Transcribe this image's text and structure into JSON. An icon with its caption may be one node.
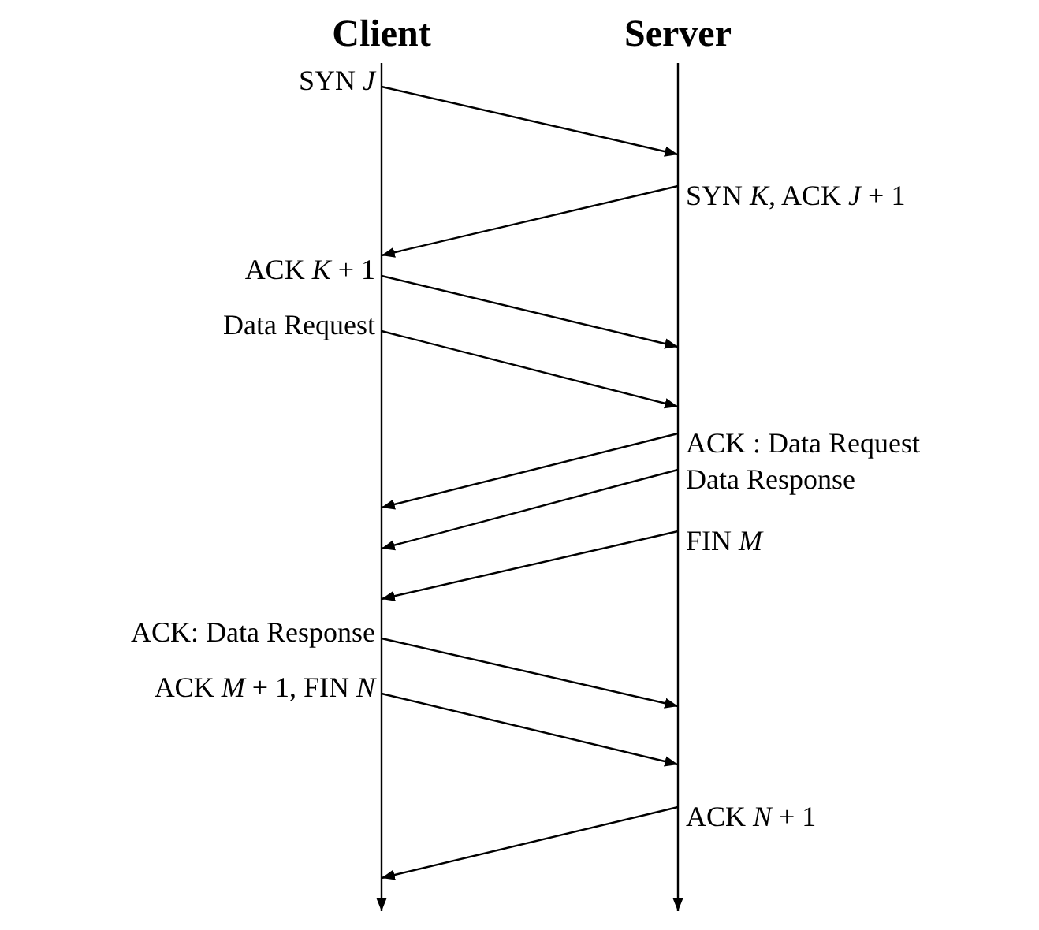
{
  "diagram": {
    "nodes": [
      {
        "text": [
          "Client"
        ]
      },
      {
        "text": [
          "Server"
        ]
      }
    ],
    "edges": [
      {
        "from": 0,
        "to": 1,
        "arrow": "to",
        "label": "SYN *J*"
      },
      {
        "from": 1,
        "to": 0,
        "arrow": "to",
        "label": "SYN *K*, ACK *J* + 1"
      },
      {
        "from": 0,
        "to": 1,
        "arrow": "to",
        "label": "ACK *K* + 1"
      },
      {
        "from": 0,
        "to": 1,
        "arrow": "to",
        "label": "Data Request"
      },
      {
        "from": 1,
        "to": 0,
        "arrow": "to",
        "label": "ACK : Data Request"
      },
      {
        "from": 1,
        "to": 0,
        "arrow": "to",
        "label": "Data Response"
      },
      {
        "from": 1,
        "to": 0,
        "arrow": "to",
        "label": "FIN *M*"
      },
      {
        "from": 0,
        "to": 1,
        "arrow": "to",
        "label": "ACK: Data Response"
      },
      {
        "from": 0,
        "to": 1,
        "arrow": "to",
        "label": "ACK *M* + 1, FIN *N*"
      },
      {
        "from": 1,
        "to": 0,
        "arrow": "to",
        "label": "ACK *N* + 1"
      }
    ]
  }
}
